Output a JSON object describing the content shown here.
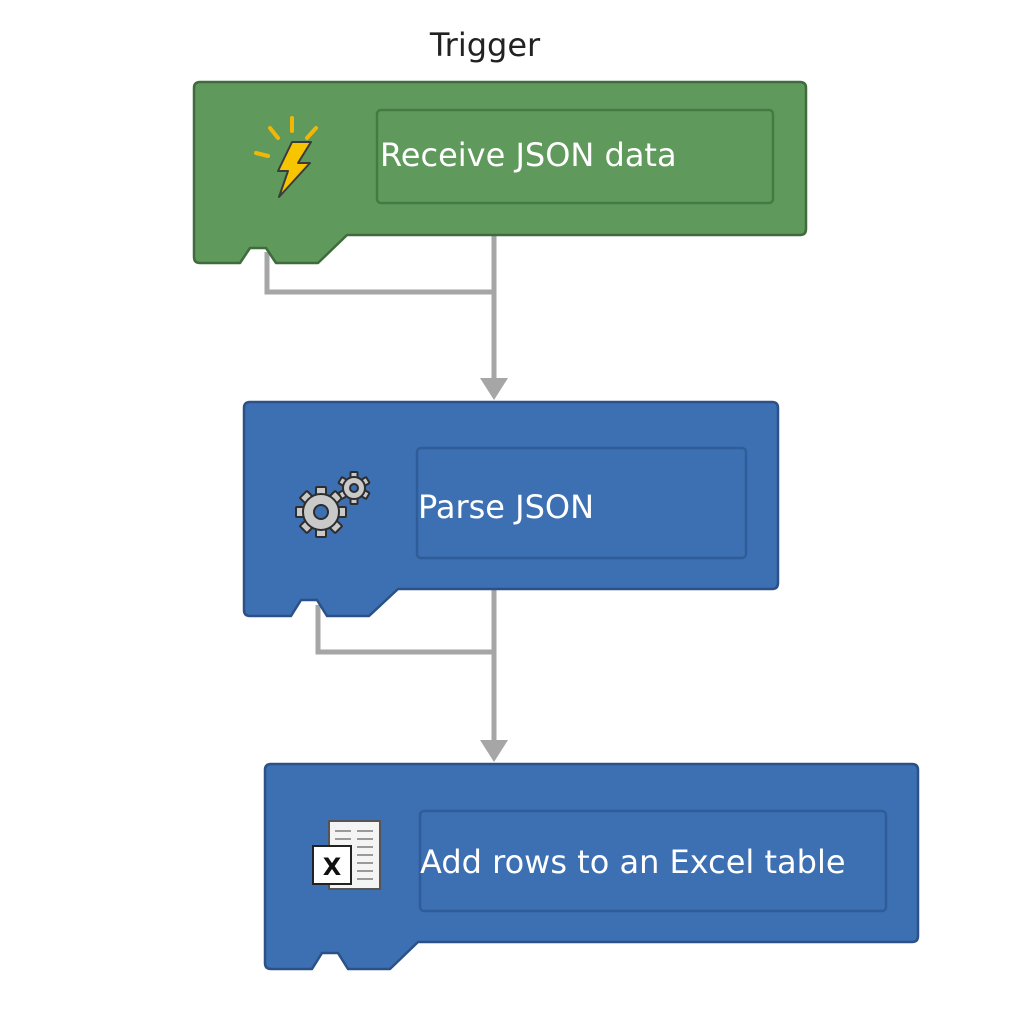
{
  "section_label": "Trigger",
  "blocks": [
    {
      "id": "trigger",
      "label": "Receive JSON data",
      "icon": "lightning-bolt-icon",
      "fill": "#5f9a5c",
      "stroke": "#3f6b3d",
      "panel_stroke": "#457a43"
    },
    {
      "id": "parse",
      "label": "Parse JSON",
      "icon": "gears-icon",
      "fill": "#3d70b2",
      "stroke": "#2b5187",
      "panel_stroke": "#2f5d99"
    },
    {
      "id": "excel",
      "label": "Add rows to an Excel table",
      "icon": "excel-icon",
      "excel_icon_letter": "X",
      "fill": "#3d70b2",
      "stroke": "#2b5187",
      "panel_stroke": "#2f5d99"
    }
  ],
  "connector_color": "#a6a6a6"
}
